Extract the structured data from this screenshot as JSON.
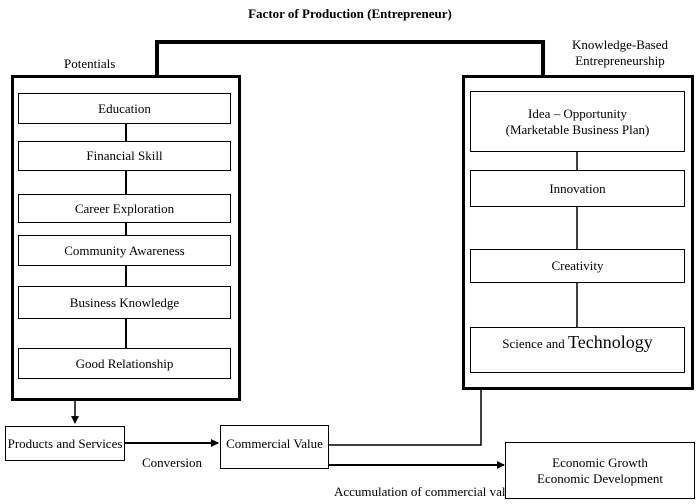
{
  "title": "Factor of Production (Entrepreneur)",
  "potentials": {
    "label": "Potentials",
    "items": [
      "Education",
      "Financial Skill",
      "Career Exploration",
      "Community Awareness",
      "Business Knowledge",
      "Good Relationship"
    ]
  },
  "kbe": {
    "label_line1": "Knowledge-Based",
    "label_line2": "Entrepreneurship",
    "idea_line1": "Idea – Opportunity",
    "idea_line2": "(Marketable Business Plan)",
    "innovation": "Innovation",
    "creativity": "Creativity",
    "science_part1": "Science and ",
    "science_part2": "Technology"
  },
  "bottom": {
    "products": "Products and Services",
    "conversion": "Conversion",
    "commercial_value": "Commercial Value",
    "accumulation": "Accumulation of commercial value",
    "growth": "Economic Growth",
    "development": "Economic Development"
  }
}
